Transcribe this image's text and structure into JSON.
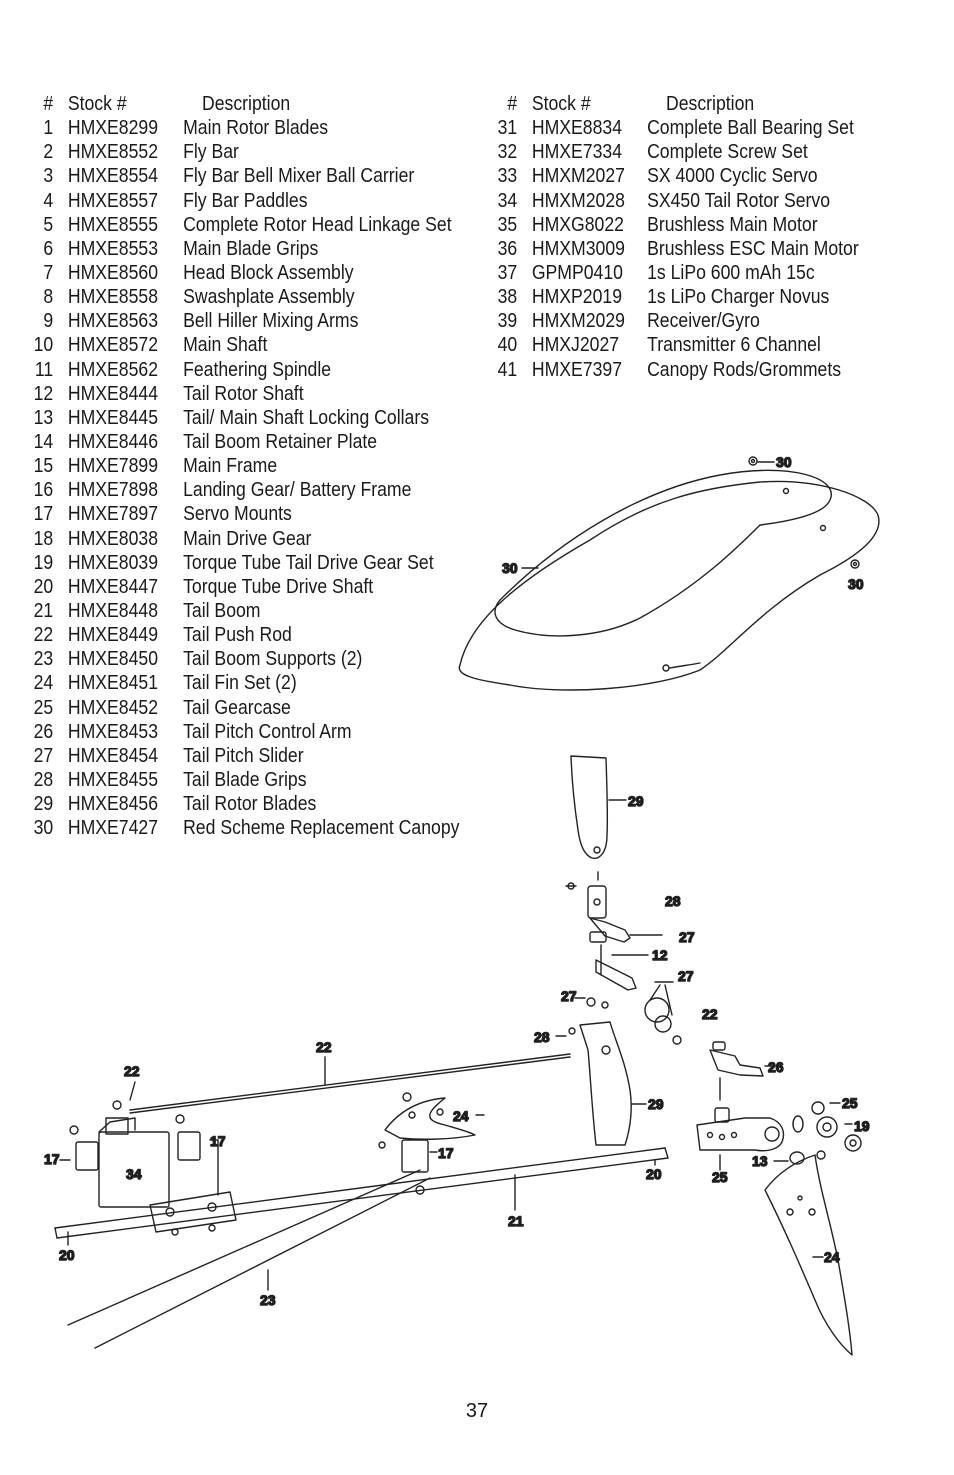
{
  "table_headers": {
    "num": "#",
    "stock": "Stock #",
    "desc": "Description"
  },
  "parts_left": [
    {
      "num": "1",
      "stock": "HMXE8299",
      "desc": "Main Rotor Blades"
    },
    {
      "num": "2",
      "stock": "HMXE8552",
      "desc": "Fly Bar"
    },
    {
      "num": "3",
      "stock": "HMXE8554",
      "desc": "Fly Bar Bell Mixer Ball Carrier"
    },
    {
      "num": "4",
      "stock": "HMXE8557",
      "desc": "Fly Bar Paddles"
    },
    {
      "num": "5",
      "stock": "HMXE8555",
      "desc": "Complete Rotor Head Linkage Set"
    },
    {
      "num": "6",
      "stock": "HMXE8553",
      "desc": "Main Blade Grips"
    },
    {
      "num": "7",
      "stock": "HMXE8560",
      "desc": "Head Block Assembly"
    },
    {
      "num": "8",
      "stock": "HMXE8558",
      "desc": "Swashplate Assembly"
    },
    {
      "num": "9",
      "stock": "HMXE8563",
      "desc": "Bell Hiller Mixing Arms"
    },
    {
      "num": "10",
      "stock": "HMXE8572",
      "desc": "Main Shaft"
    },
    {
      "num": "11",
      "stock": "HMXE8562",
      "desc": "Feathering Spindle"
    },
    {
      "num": "12",
      "stock": "HMXE8444",
      "desc": "Tail Rotor Shaft"
    },
    {
      "num": "13",
      "stock": "HMXE8445",
      "desc": "Tail/ Main Shaft Locking Collars"
    },
    {
      "num": "14",
      "stock": "HMXE8446",
      "desc": "Tail Boom Retainer Plate"
    },
    {
      "num": "15",
      "stock": "HMXE7899",
      "desc": "Main Frame"
    },
    {
      "num": "16",
      "stock": "HMXE7898",
      "desc": "Landing Gear/ Battery Frame"
    },
    {
      "num": "17",
      "stock": "HMXE7897",
      "desc": "Servo Mounts"
    },
    {
      "num": "18",
      "stock": "HMXE8038",
      "desc": "Main Drive Gear"
    },
    {
      "num": "19",
      "stock": "HMXE8039",
      "desc": "Torque Tube Tail Drive Gear Set"
    },
    {
      "num": "20",
      "stock": "HMXE8447",
      "desc": "Torque Tube Drive Shaft"
    },
    {
      "num": "21",
      "stock": "HMXE8448",
      "desc": "Tail Boom"
    },
    {
      "num": "22",
      "stock": "HMXE8449",
      "desc": "Tail Push Rod"
    },
    {
      "num": "23",
      "stock": "HMXE8450",
      "desc": "Tail Boom Supports (2)"
    },
    {
      "num": "24",
      "stock": "HMXE8451",
      "desc": "Tail Fin Set (2)"
    },
    {
      "num": "25",
      "stock": "HMXE8452",
      "desc": "Tail Gearcase"
    },
    {
      "num": "26",
      "stock": "HMXE8453",
      "desc": "Tail Pitch Control Arm"
    },
    {
      "num": "27",
      "stock": "HMXE8454",
      "desc": "Tail Pitch Slider"
    },
    {
      "num": "28",
      "stock": "HMXE8455",
      "desc": "Tail Blade Grips"
    },
    {
      "num": "29",
      "stock": "HMXE8456",
      "desc": "Tail Rotor Blades"
    },
    {
      "num": "30",
      "stock": "HMXE7427",
      "desc": "Red Scheme Replacement Canopy"
    }
  ],
  "parts_right": [
    {
      "num": "31",
      "stock": "HMXE8834",
      "desc": "Complete Ball Bearing Set"
    },
    {
      "num": "32",
      "stock": "HMXE7334",
      "desc": "Complete Screw Set"
    },
    {
      "num": "33",
      "stock": "HMXM2027",
      "desc": "SX 4000 Cyclic Servo"
    },
    {
      "num": "34",
      "stock": "HMXM2028",
      "desc": "SX450 Tail Rotor Servo"
    },
    {
      "num": "35",
      "stock": "HMXG8022",
      "desc": "Brushless Main Motor"
    },
    {
      "num": "36",
      "stock": "HMXM3009",
      "desc": "Brushless ESC Main Motor"
    },
    {
      "num": "37",
      "stock": "GPMP0410",
      "desc": "1s LiPo 600 mAh 15c"
    },
    {
      "num": "38",
      "stock": "HMXP2019",
      "desc": "1s LiPo Charger Novus"
    },
    {
      "num": "39",
      "stock": "HMXM2029",
      "desc": "Receiver/Gyro"
    },
    {
      "num": "40",
      "stock": "HMXJ2027",
      "desc": "Transmitter 6 Channel"
    },
    {
      "num": "41",
      "stock": "HMXE7397",
      "desc": "Canopy Rods/Grommets"
    }
  ],
  "callouts": {
    "canopy_top": "30",
    "canopy_left": "30",
    "canopy_right": "30",
    "tail_blade": "29",
    "blade_grip_top": "28",
    "pitch_slider_top": "27",
    "tail_shaft": "12",
    "pitch_slider_right": "27",
    "pitch_slider_left": "27",
    "push_rod_end": "22",
    "blade_grip_low": "28",
    "control_arm": "26",
    "tail_blade_low": "29",
    "gearcase_bearing": "25",
    "gear_set": "19",
    "collar": "13",
    "gearcase": "25",
    "tail_fin_vertical": "24",
    "boom_end": "20",
    "boom": "21",
    "horizontal_fin": "24",
    "servo_mount_mid": "17",
    "push_rod_long": "22",
    "push_rod_servo": "22",
    "servo_mount_left": "17",
    "servo_mount_right": "17",
    "servo": "34",
    "boom_front": "20",
    "boom_supports": "23"
  },
  "page_number": "37"
}
